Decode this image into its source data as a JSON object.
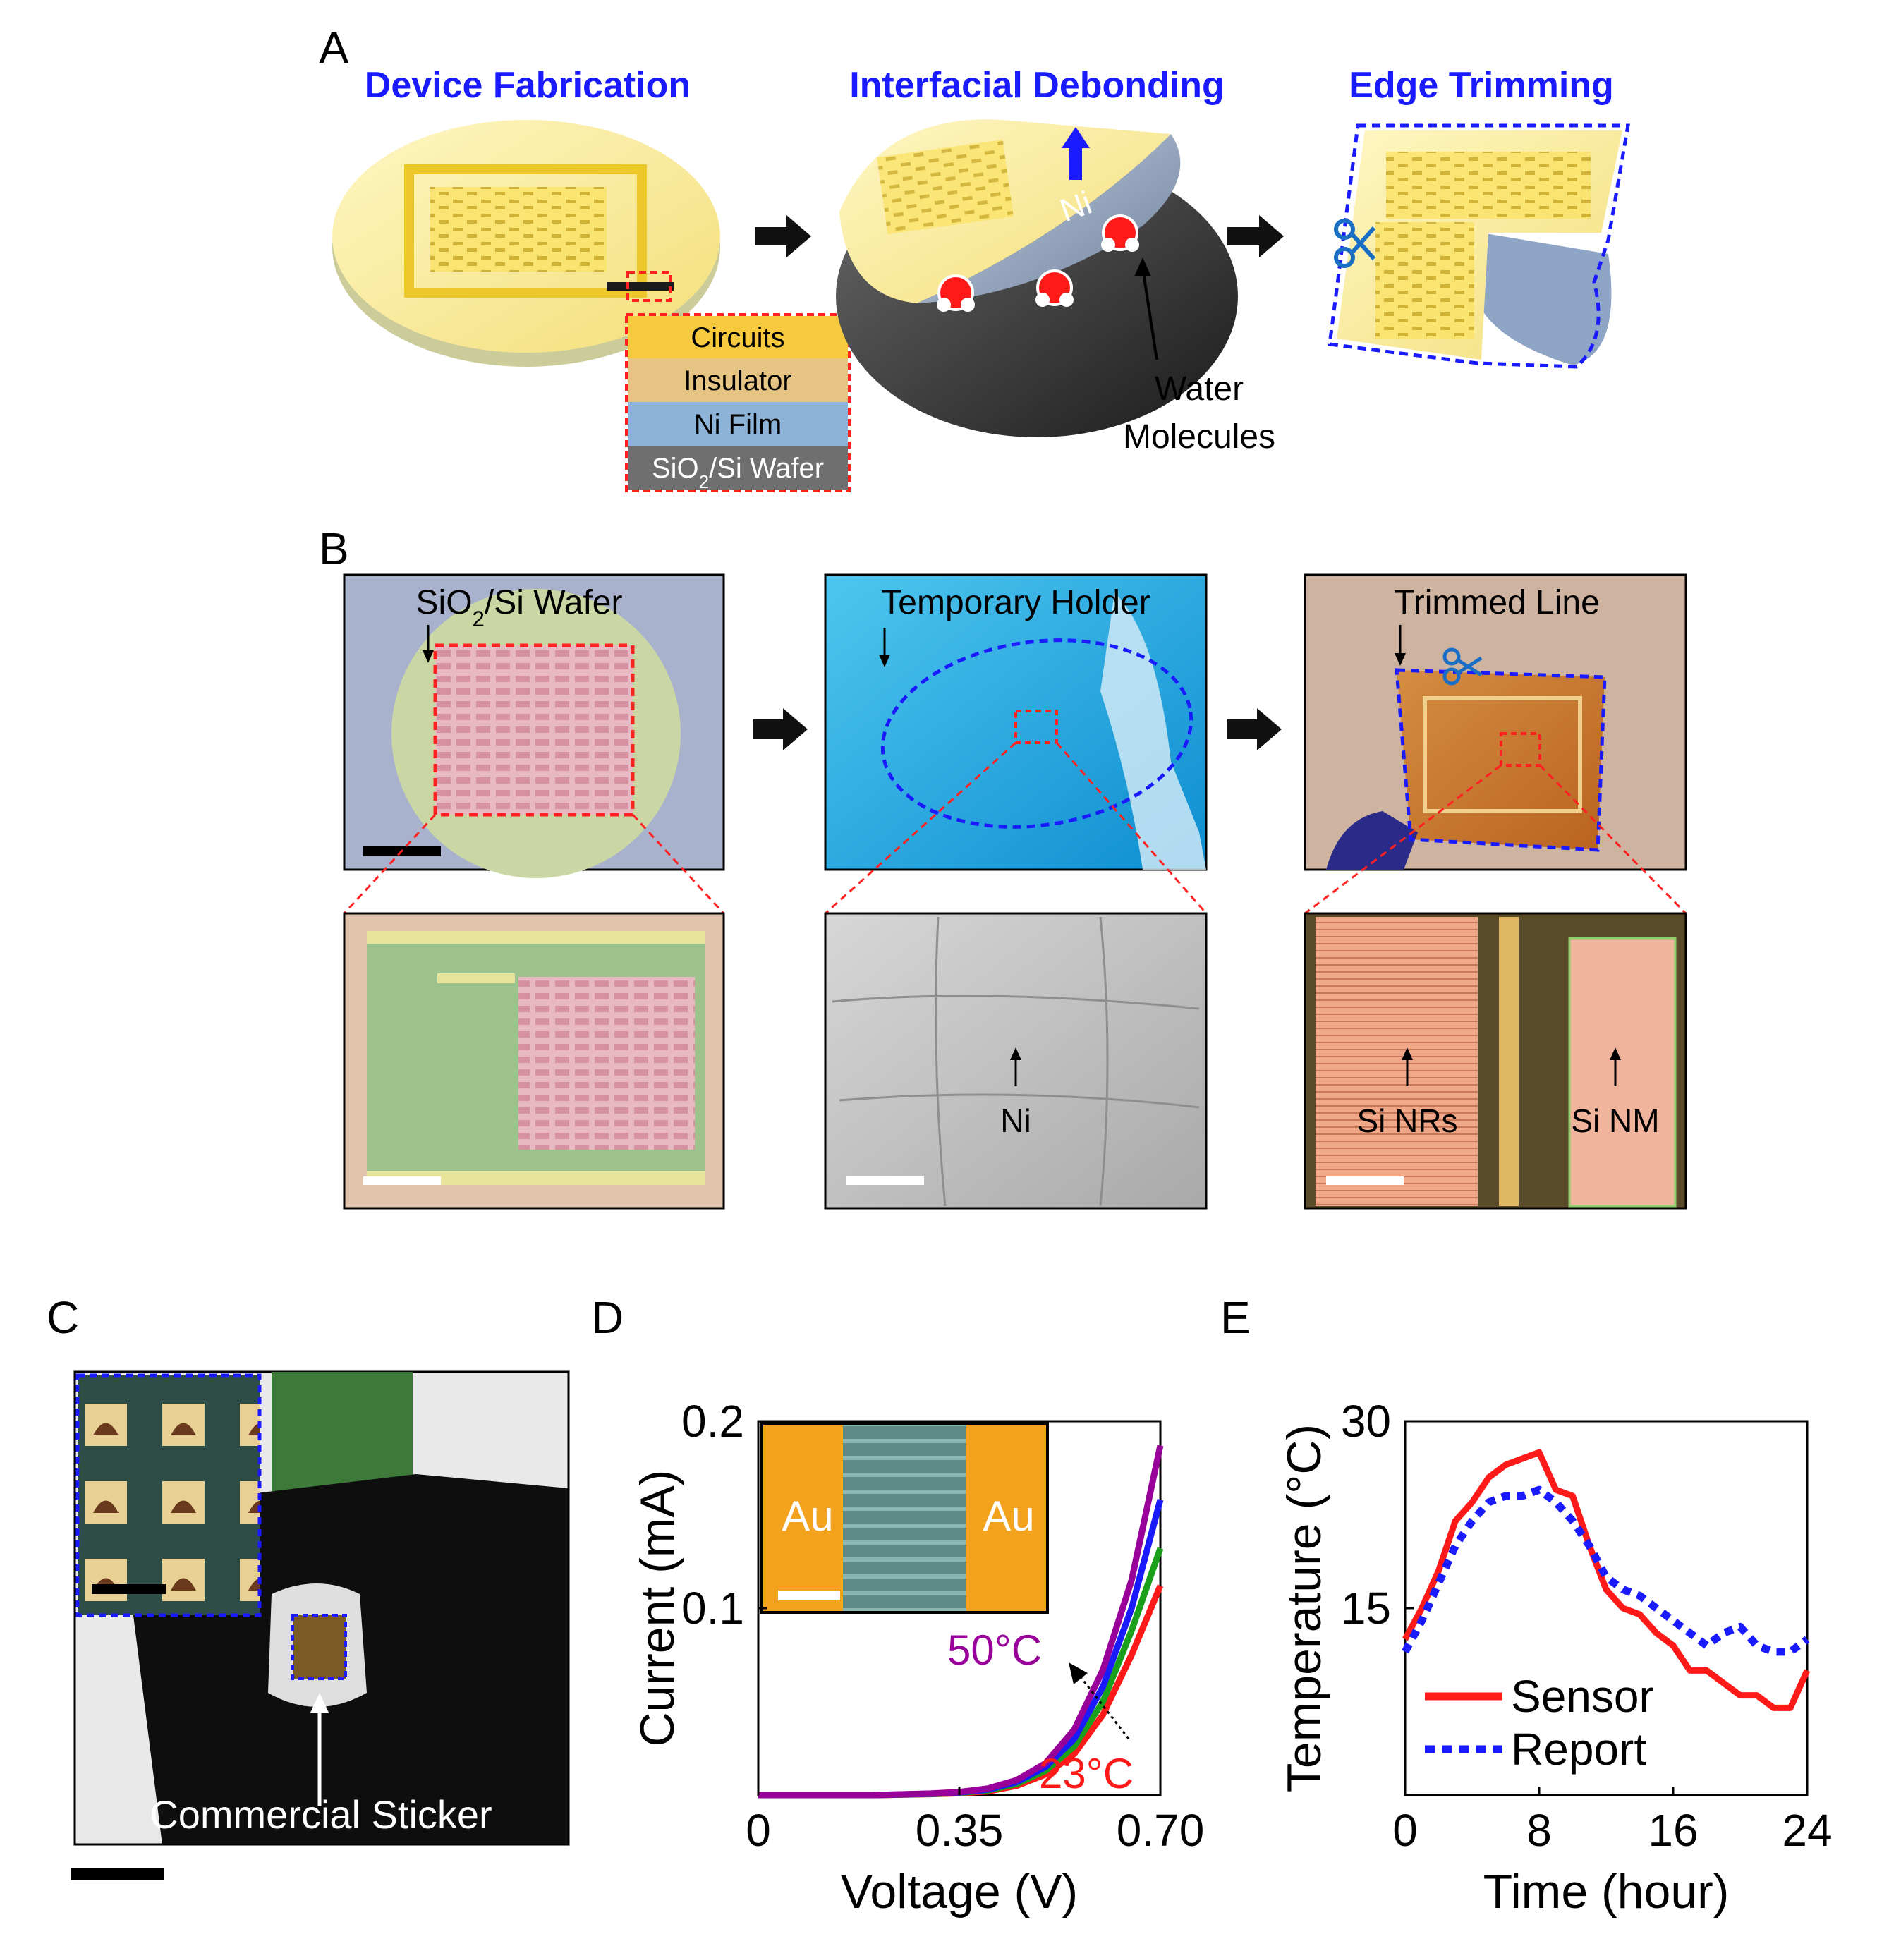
{
  "panels": {
    "A": {
      "letter": "A",
      "steps": [
        "Device Fabrication",
        "Interfacial Debonding",
        "Edge Trimming"
      ],
      "layers": [
        "Circuits",
        "Insulator",
        "Ni Film",
        "SiO2/Si Wafer"
      ],
      "ni_label": "Ni",
      "water_label_line1": "Water",
      "water_label_line2": "Molecules"
    },
    "B": {
      "letter": "B",
      "top_labels": [
        "SiO2/Si Wafer",
        "Temporary Holder",
        "Trimmed Line"
      ],
      "bottom_labels": [
        "Ni",
        "Si NRs",
        "Si NM"
      ]
    },
    "C": {
      "letter": "C",
      "sticker_label": "Commercial Sticker"
    },
    "D": {
      "letter": "D",
      "inset_labels": [
        "Au",
        "Au"
      ],
      "temp_labels": [
        "50°C",
        "23°C"
      ]
    },
    "E": {
      "letter": "E"
    }
  },
  "chart_data": [
    {
      "type": "line",
      "panel": "D",
      "xlabel": "Voltage (V)",
      "ylabel": "Current (mA)",
      "xlim": [
        0,
        0.7
      ],
      "ylim": [
        0,
        0.2
      ],
      "x_ticks": [
        "0",
        "0.35",
        "0.70"
      ],
      "y_ticks": [
        "0.1",
        "0.2"
      ],
      "x": [
        0,
        0.1,
        0.2,
        0.3,
        0.35,
        0.4,
        0.45,
        0.5,
        0.55,
        0.6,
        0.65,
        0.7
      ],
      "series": [
        {
          "color": "#ff1a1a",
          "values": [
            0,
            0,
            0,
            0.0005,
            0.001,
            0.002,
            0.005,
            0.011,
            0.022,
            0.043,
            0.075,
            0.112
          ]
        },
        {
          "color": "#1aa01a",
          "values": [
            0,
            0,
            0,
            0.0006,
            0.0012,
            0.0025,
            0.006,
            0.013,
            0.026,
            0.05,
            0.088,
            0.132
          ]
        },
        {
          "color": "#1a1aff",
          "values": [
            0,
            0,
            0,
            0.0007,
            0.0014,
            0.003,
            0.007,
            0.015,
            0.03,
            0.058,
            0.1,
            0.158
          ]
        },
        {
          "color": "#990099",
          "values": [
            0,
            0,
            0,
            0.0008,
            0.0016,
            0.0035,
            0.008,
            0.017,
            0.035,
            0.067,
            0.115,
            0.187
          ]
        }
      ]
    },
    {
      "type": "line",
      "panel": "E",
      "xlabel": "Time (hour)",
      "ylabel": "Temperature (°C)",
      "xlim": [
        0,
        24
      ],
      "ylim": [
        0,
        30
      ],
      "x_ticks": [
        "0",
        "8",
        "16",
        "24"
      ],
      "y_ticks": [
        "15",
        "30"
      ],
      "legend": "bottom-left",
      "series": [
        {
          "name": "Sensor",
          "color": "#ff1a1a",
          "dash": false,
          "x": [
            0,
            1,
            2,
            3,
            4,
            5,
            6,
            7,
            8,
            9,
            10,
            11,
            12,
            13,
            14,
            15,
            16,
            17,
            18,
            19,
            20,
            21,
            22,
            23,
            24
          ],
          "values": [
            12.5,
            15,
            18,
            22,
            23.5,
            25.5,
            26.5,
            27,
            27.5,
            24.5,
            24,
            20,
            16.5,
            15,
            14.5,
            13,
            12,
            10,
            10,
            9,
            8,
            8,
            7,
            7,
            10
          ]
        },
        {
          "name": "Report",
          "color": "#1a1aff",
          "dash": true,
          "x": [
            0,
            1,
            2,
            3,
            4,
            5,
            6,
            7,
            8,
            9,
            10,
            11,
            12,
            13,
            14,
            15,
            16,
            17,
            18,
            19,
            20,
            21,
            22,
            23,
            24
          ],
          "values": [
            11.5,
            14,
            17,
            20,
            22,
            23.5,
            24,
            24,
            24.5,
            23.5,
            22,
            20,
            17.5,
            16.5,
            16,
            15,
            14,
            13,
            12,
            13,
            13.5,
            12,
            11.5,
            11.5,
            12.5
          ]
        }
      ]
    }
  ]
}
